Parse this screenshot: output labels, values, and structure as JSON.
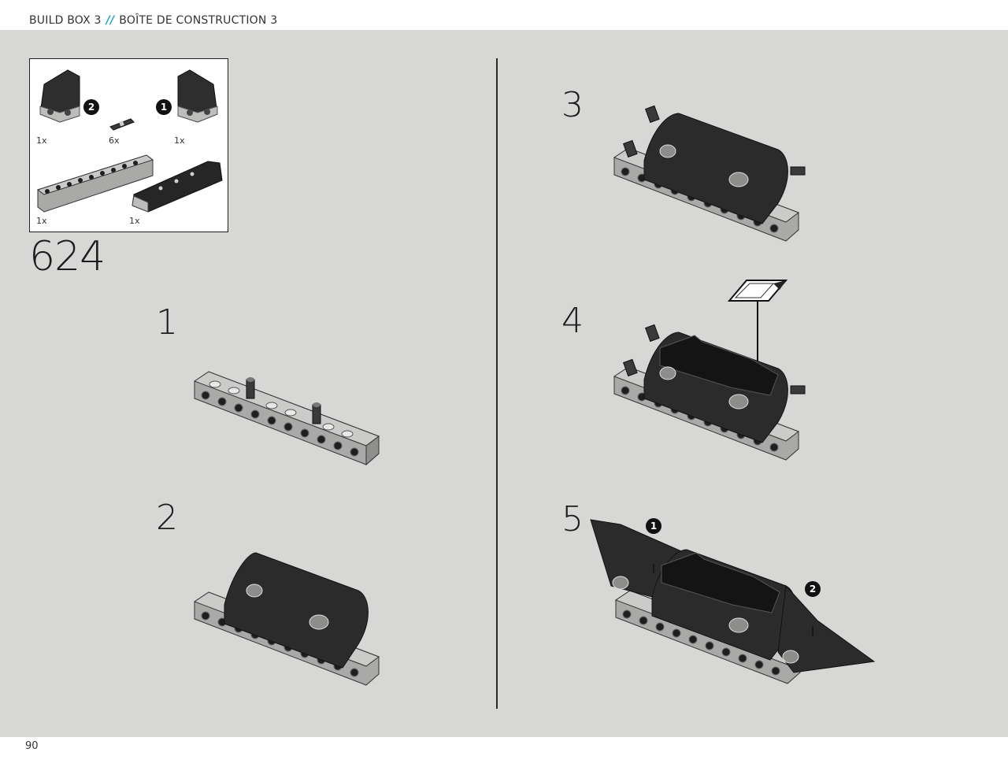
{
  "header": {
    "title_en": "BUILD BOX 3",
    "separator": "//",
    "title_fr": "BOÎTE DE CONSTRUCTION 3"
  },
  "footer": {
    "page_number": "90"
  },
  "parts_list": {
    "items": [
      {
        "qty": "1x",
        "callout": "2",
        "icon": "dark-corner-panel-left-icon"
      },
      {
        "qty": "6x",
        "icon": "connector-pin-icon"
      },
      {
        "qty": "1x",
        "callout": "1",
        "icon": "dark-corner-panel-right-icon"
      },
      {
        "qty": "1x",
        "icon": "gray-technic-beam-icon"
      },
      {
        "qty": "1x",
        "icon": "dark-curved-panel-icon"
      }
    ]
  },
  "set_number": "624",
  "steps": [
    {
      "number": "1",
      "icon": "beam-with-pins-icon"
    },
    {
      "number": "2",
      "icon": "beam-with-panel-icon"
    },
    {
      "number": "3",
      "icon": "beam-panel-pins-icon"
    },
    {
      "number": "4",
      "icon": "apply-sticker-icon"
    },
    {
      "number": "5",
      "icon": "attach-side-panels-icon",
      "callouts": [
        "1",
        "2"
      ]
    }
  ],
  "colors": {
    "accent": "#1ea0d8",
    "page_bg": "#d7d8d6",
    "dark_part": "#2b2b2b",
    "gray_part": "#a9aaa8"
  }
}
